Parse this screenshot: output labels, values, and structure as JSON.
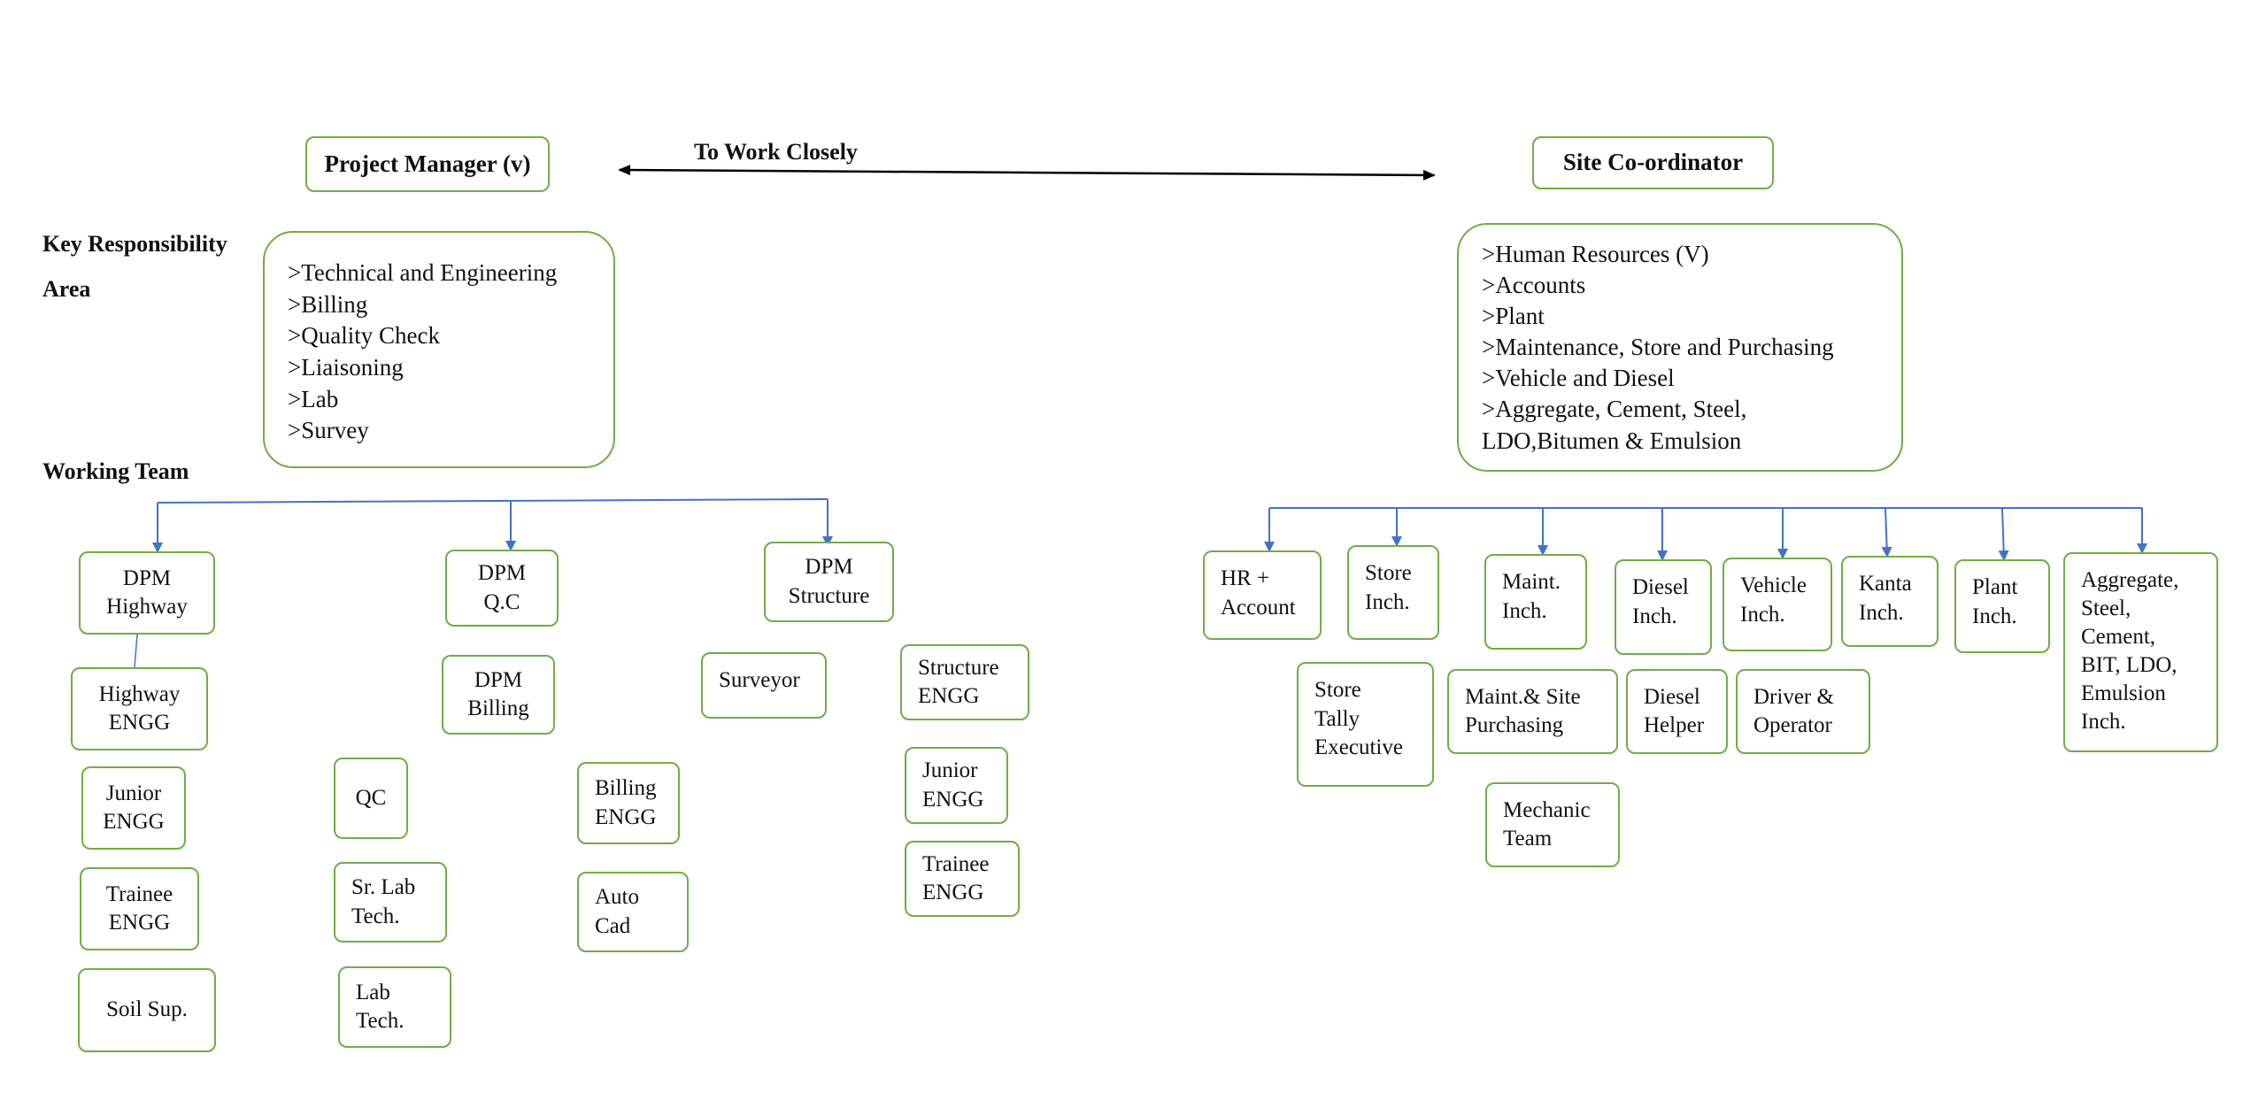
{
  "left_head": {
    "title": "Project Manager (v)",
    "kra_label": "Key Responsibility",
    "kra_label_2": "Area",
    "team_label": "Working Team",
    "responsibilities": [
      ">Technical and Engineering",
      ">Billing",
      ">Quality Check",
      ">Liaisoning",
      ">Lab",
      ">Survey"
    ]
  },
  "link_label": "To Work Closely",
  "right_head": {
    "title": "Site Co-ordinator",
    "responsibilities": [
      ">Human Resources (V)",
      ">Accounts",
      ">Plant",
      ">Maintenance, Store and Purchasing",
      ">Vehicle and Diesel",
      ">Aggregate, Cement, Steel,\nLDO,Bitumen & Emulsion"
    ]
  },
  "left_team": {
    "dpm_highway": "DPM\nHighway",
    "dpm_qc": "DPM\nQ.C",
    "dpm_structure": "DPM\nStructure",
    "highway_engg": "Highway\nENGG",
    "junior_engg": "Junior\nENGG",
    "trainee_engg": "Trainee\nENGG",
    "soil_sup": "Soil Sup.",
    "dpm_billing": "DPM\nBilling",
    "qc": "QC",
    "sr_lab_tech": "Sr. Lab\nTech.",
    "lab_tech": "Lab\nTech.",
    "billing_engg": "Billing\nENGG",
    "auto_cad": "Auto\nCad",
    "surveyor": "Surveyor",
    "structure_engg": "Structure\nENGG",
    "structure_junior_engg": "Junior\nENGG",
    "structure_trainee_engg": "Trainee\nENGG"
  },
  "right_team": {
    "hr_account": "HR +\nAccount",
    "store_inch": "Store\nInch.",
    "maint_inch": "Maint.\nInch.",
    "diesel_inch": "Diesel\nInch.",
    "vehicle_inch": "Vehicle\nInch.",
    "kanta_inch": "Kanta\nInch.",
    "plant_inch": "Plant\nInch.",
    "aggregate_inch": "Aggregate,\nSteel,\nCement,\nBIT, LDO,\nEmulsion\nInch.",
    "store_tally_exec": "Store\nTally\nExecutive",
    "maint_site_purchasing": "Maint.& Site\nPurchasing",
    "diesel_helper": "Diesel\nHelper",
    "driver_operator": "Driver &\nOperator",
    "mechanic_team": "Mechanic\nTeam"
  },
  "colors": {
    "box_border": "#70ad47",
    "connector": "#4472c4",
    "link_arrow": "#000000"
  }
}
